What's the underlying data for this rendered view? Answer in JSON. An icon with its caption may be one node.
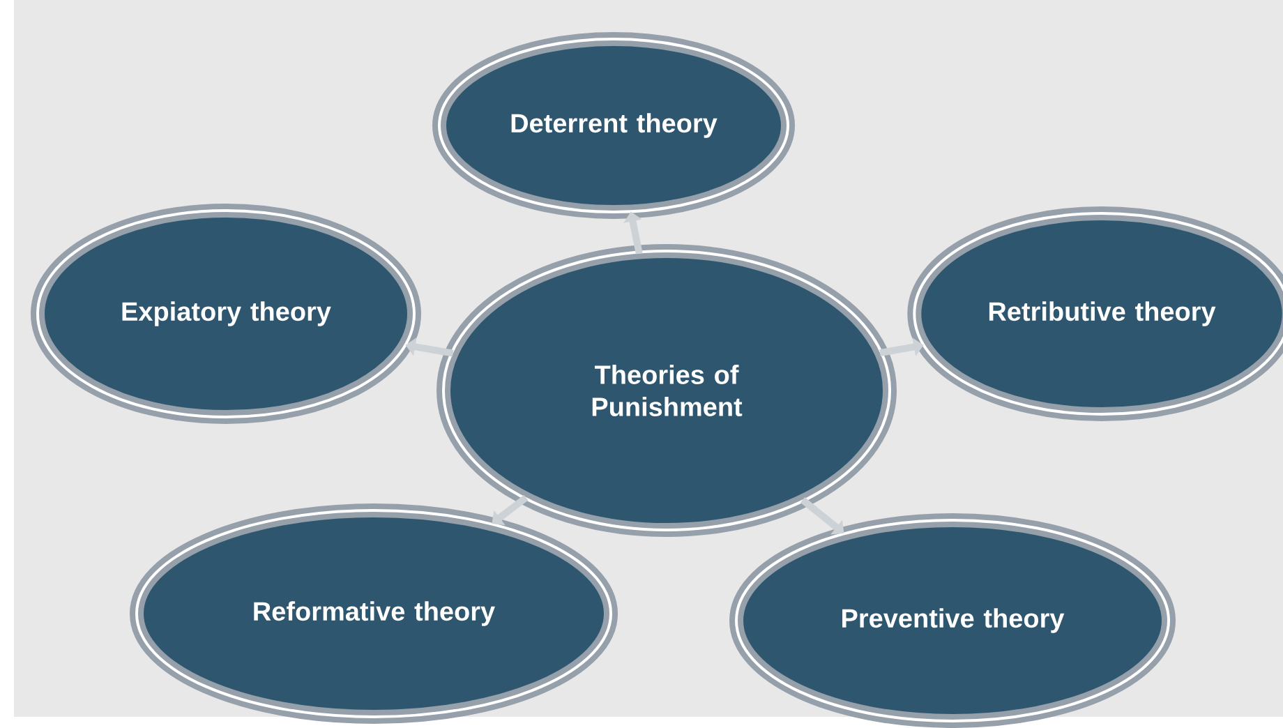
{
  "diagram": {
    "nodes": [
      {
        "text": [
          "Deterrent theory"
        ]
      },
      {
        "text": [
          "Expiatory theory"
        ]
      },
      {
        "text": [
          "Theories of Punishment"
        ]
      },
      {
        "text": [
          "Retributive theory"
        ]
      },
      {
        "text": [
          "Reformative theory"
        ]
      },
      {
        "text": [
          "Preventive theory"
        ]
      }
    ],
    "edges": [
      {
        "from": 2,
        "to": 0,
        "arrow": "to"
      },
      {
        "from": 2,
        "to": 1,
        "arrow": "to"
      },
      {
        "from": 2,
        "to": 3,
        "arrow": "to"
      },
      {
        "from": 2,
        "to": 4,
        "arrow": "to"
      },
      {
        "from": 2,
        "to": 5,
        "arrow": "to"
      }
    ]
  }
}
